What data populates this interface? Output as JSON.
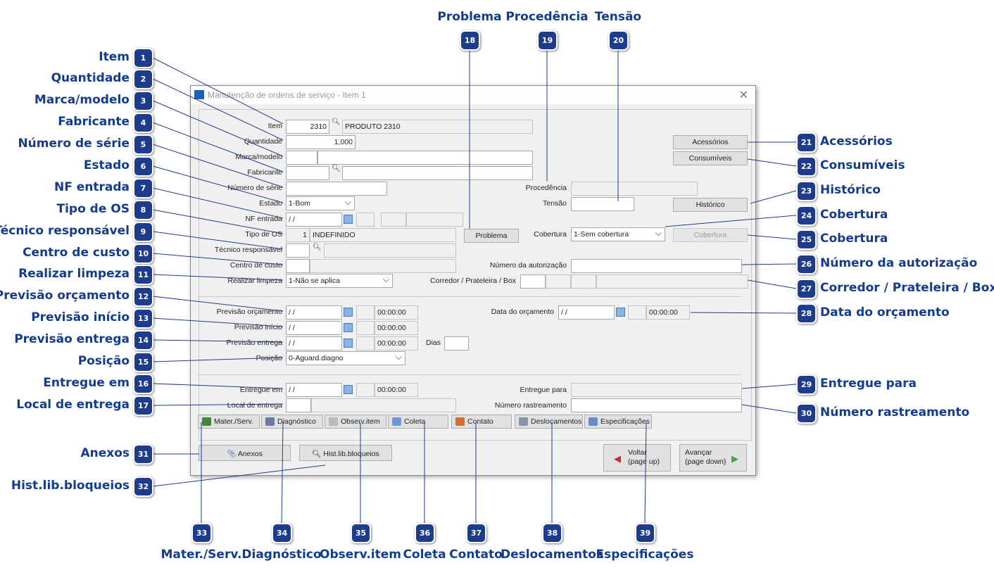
{
  "window": {
    "title": "Manutenção de ordens de serviço - Item  1",
    "close_label": "✕"
  },
  "form": {
    "item_label": "Item",
    "item_code": "2310",
    "item_desc": "PRODUTO 2310",
    "quantidade_label": "Quantidade",
    "quantidade_value": "1,000",
    "marca_label": "Marca/modelo",
    "fabricante_label": "Fabricante",
    "serie_label": "Número de série",
    "estado_label": "Estado",
    "estado_value": "1-Bom",
    "nf_label": "NF entrada",
    "nf_date": " / /",
    "tipo_os_label": "Tipo de OS",
    "tipo_os_code": "1",
    "tipo_os_desc": "INDEFINIDO",
    "tecnico_label": "Técnico responsável",
    "centro_label": "Centro de custo",
    "limpeza_label": "Realizar limpeza",
    "limpeza_value": "1-Não se aplica",
    "problema_button": "Problema",
    "procedencia_label": "Procedência",
    "tensao_label": "Tensão",
    "cobertura_label": "Cobertura",
    "cobertura_value": "1-Sem cobertura",
    "cobertura_button": "Cobertura",
    "acessorios_button": "Acessórios",
    "consumiveis_button": "Consumíveis",
    "historico_button": "Histórico",
    "autorizacao_label": "Número da autorização",
    "corredor_label": "Corredor / Prateleira / Box",
    "prev_orc_label": "Previsão orçamento",
    "prev_orc_date": " / /",
    "prev_orc_time": "00:00:00",
    "prev_ini_label": "Previsão início",
    "prev_ini_date": " / /",
    "prev_ini_time": "00:00:00",
    "prev_ent_label": "Previsão entrega",
    "prev_ent_date": " / /",
    "prev_ent_time": "00:00:00",
    "dias_label": "Dias",
    "data_orc_label": "Data do orçamento",
    "data_orc_date": " / /",
    "data_orc_time": "00:00:00",
    "posicao_label": "Posição",
    "posicao_value": "0-Aguard.diagno",
    "entregue_em_label": "Entregue em",
    "entregue_em_date": " / /",
    "entregue_em_time": "00:00:00",
    "local_label": "Local de entrega",
    "entregue_para_label": "Entregue para",
    "rastreamento_label": "Número rastreamento"
  },
  "tabs": [
    "Mater./Serv.",
    "Diagnóstico",
    "Observ.item",
    "Coleta",
    "Contato",
    "Deslocamentos",
    "Especificações"
  ],
  "bottom": {
    "anexos": "Anexos",
    "hist": "Hist.lib.bloqueios",
    "voltar": "Voltar\n(page up)",
    "avancar": "Avançar\n(page down)"
  },
  "callouts": {
    "left": [
      "Item",
      "Quantidade",
      "Marca/modelo",
      "Fabricante",
      "Número de série",
      "Estado",
      "NF entrada",
      "Tipo de OS",
      "Técnico responsável",
      "Centro de custo",
      "Realizar limpeza",
      "Previsão orçamento",
      "Previsão início",
      "Previsão entrega",
      "Posição",
      "Entregue em",
      "Local de entrega"
    ],
    "top": [
      "Problema",
      "Procedência",
      "Tensão"
    ],
    "right": [
      "Acessórios",
      "Consumíveis",
      "Histórico",
      "Cobertura",
      "Cobertura",
      "Número da autorização",
      "Corredor / Prateleira / Box",
      "Data do orçamento",
      "Entregue para",
      "Número rastreamento"
    ],
    "left_bottom": [
      "Anexos",
      "Hist.lib.bloqueios"
    ],
    "bottom": [
      "Mater./Serv.",
      "Diagnóstico",
      "Observ.item",
      "Coleta",
      "Contato",
      "Deslocamentos",
      "Especificações"
    ]
  },
  "badge_numbers": {
    "left": [
      "1",
      "2",
      "3",
      "4",
      "5",
      "6",
      "7",
      "8",
      "9",
      "10",
      "11",
      "12",
      "13",
      "14",
      "15",
      "16",
      "17"
    ],
    "top": [
      "18",
      "19",
      "20"
    ],
    "right": [
      "21",
      "22",
      "23",
      "24",
      "25",
      "26",
      "27",
      "28",
      "29",
      "30"
    ],
    "left_bottom": [
      "31",
      "32"
    ],
    "bottom": [
      "33",
      "34",
      "35",
      "36",
      "37",
      "38",
      "39"
    ]
  },
  "colors": {
    "badge": "#1e3c8c",
    "callout_text": "#143c8c",
    "window_bg": "#f0f0f0"
  }
}
